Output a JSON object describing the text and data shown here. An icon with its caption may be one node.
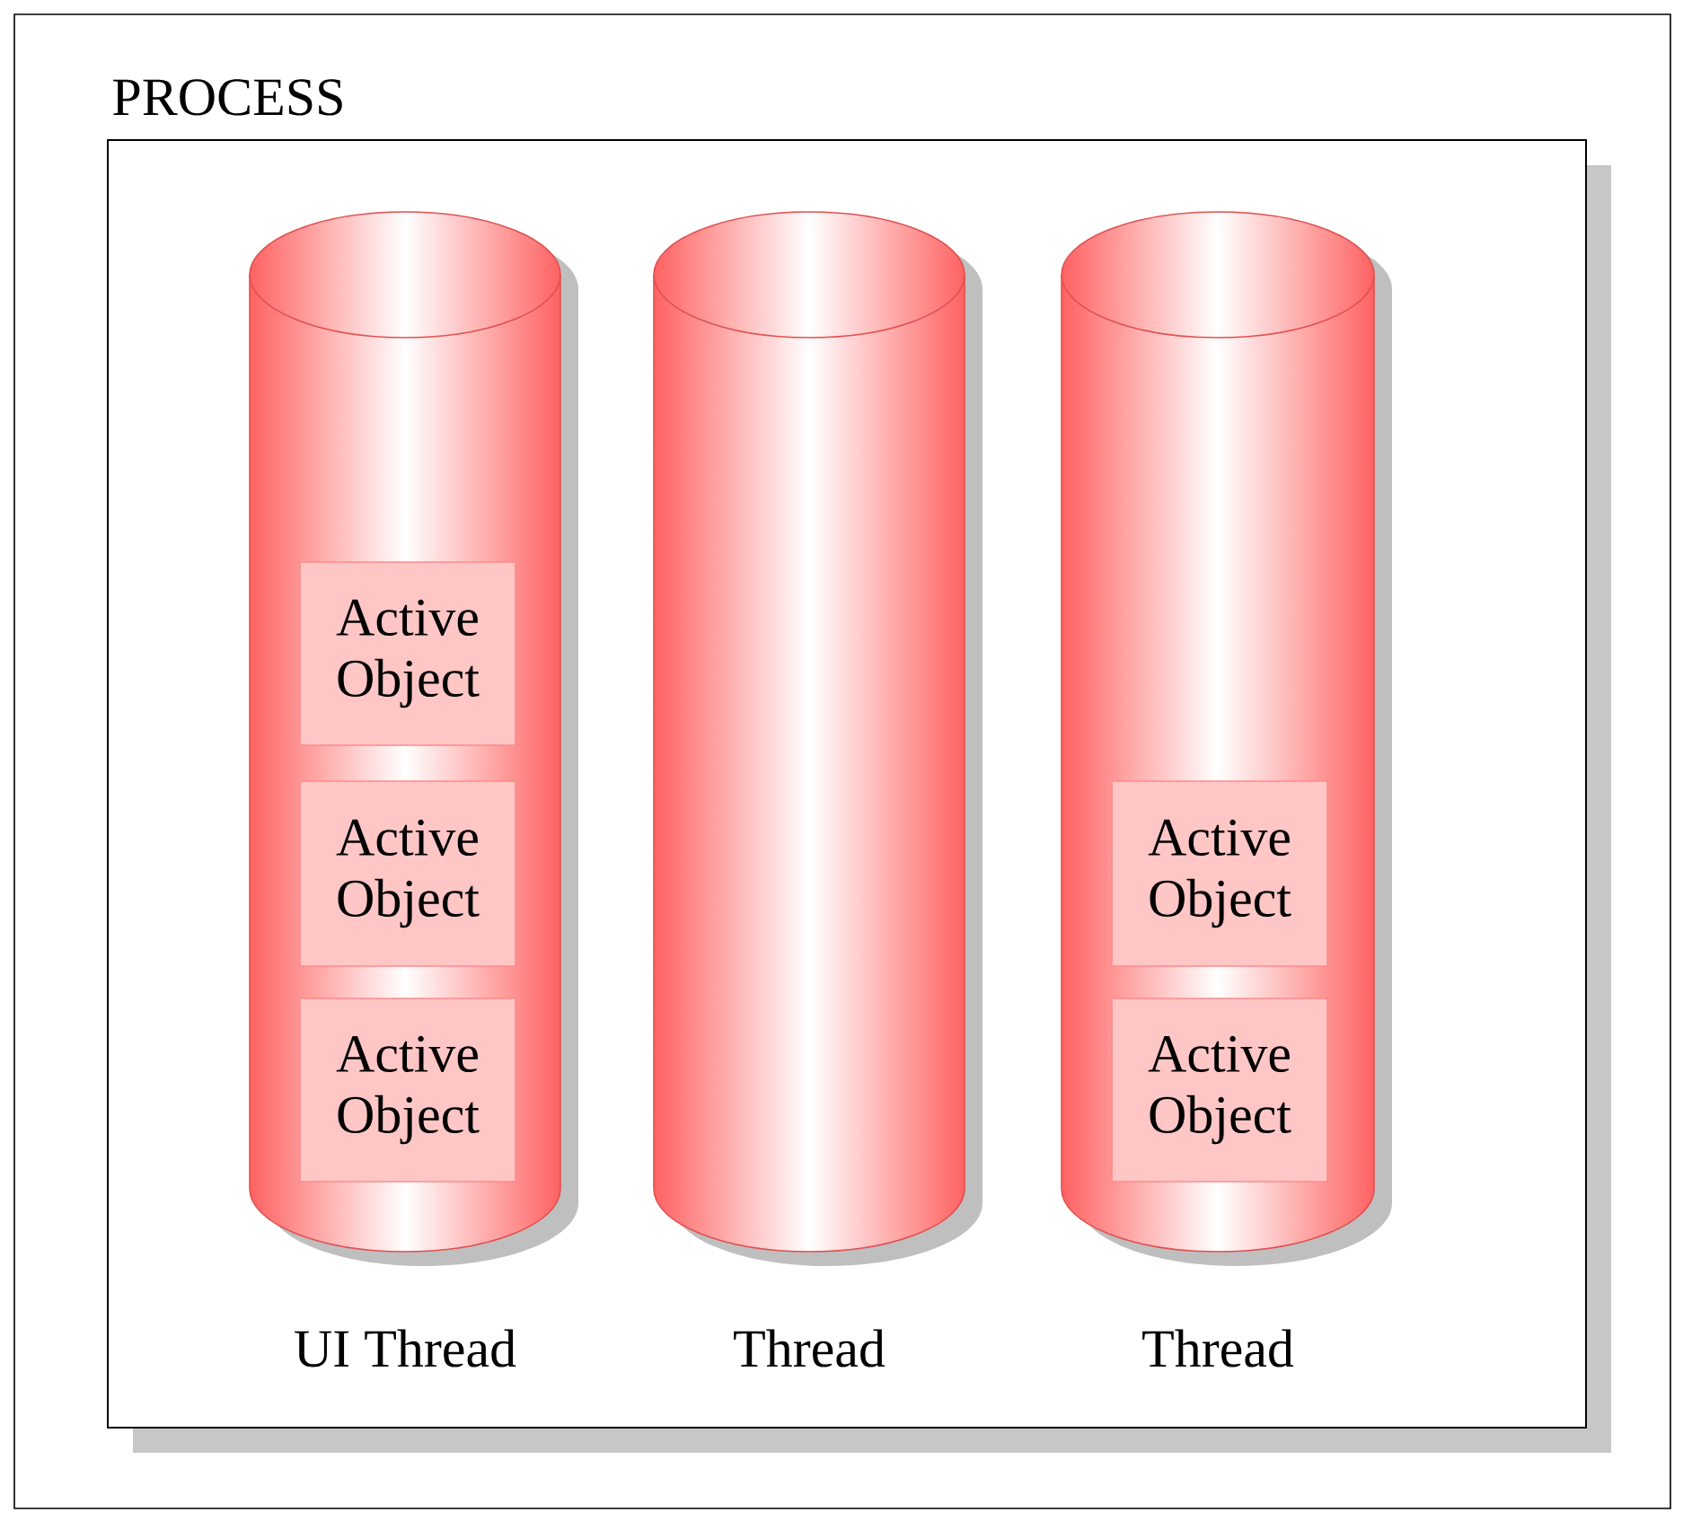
{
  "diagram": {
    "nodes": [
      {
        "text": [
          "PROCESS"
        ]
      },
      {
        "text": [],
        "shape": "box",
        "in": 0
      },
      {
        "text": [
          "UI Thread"
        ],
        "in": 1
      },
      {
        "text": [
          "Active Object"
        ],
        "in": 2
      },
      {
        "text": [
          "Active Object"
        ],
        "in": 2
      },
      {
        "text": [
          "Active Object"
        ],
        "in": 2
      },
      {
        "text": [
          "Thread"
        ],
        "in": 1
      },
      {
        "text": [
          "Thread"
        ],
        "in": 1
      },
      {
        "text": [
          "Active Object"
        ],
        "in": 7
      },
      {
        "text": [
          "Active Object"
        ],
        "in": 7
      }
    ]
  }
}
